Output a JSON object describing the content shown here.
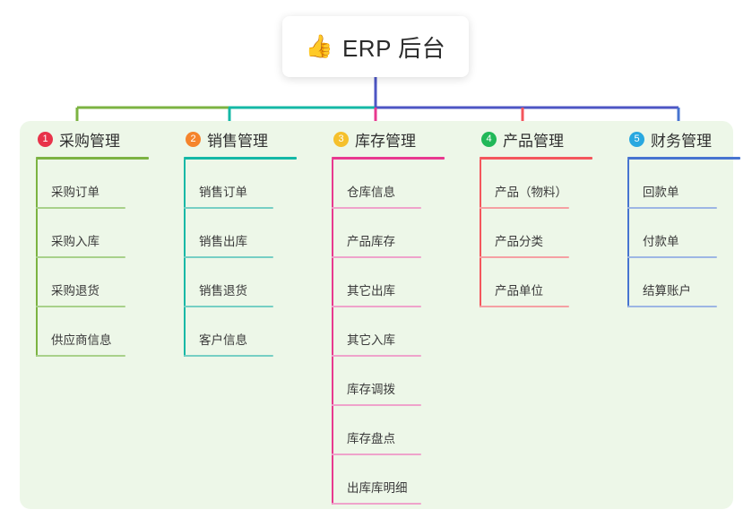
{
  "title": {
    "icon": "thumbs-up-icon",
    "emoji": "👍",
    "text": "ERP 后台"
  },
  "theme": {
    "page_background": "#ffffff",
    "panel_background": "#edf7e8",
    "card_background": "#ffffff",
    "text": "#333333",
    "trunk_line": "#4d56c4"
  },
  "columns": [
    {
      "number": "1",
      "title": "采购管理",
      "badge_color": "#e8334a",
      "line_color": "#7cb342",
      "item_line_color": "#a8d18a",
      "items": [
        {
          "label": "采购订单"
        },
        {
          "label": "采购入库"
        },
        {
          "label": "采购退货"
        },
        {
          "label": "供应商信息"
        }
      ]
    },
    {
      "number": "2",
      "title": "销售管理",
      "badge_color": "#f5842c",
      "line_color": "#14b8a6",
      "item_line_color": "#76cfc4",
      "items": [
        {
          "label": "销售订单"
        },
        {
          "label": "销售出库"
        },
        {
          "label": "销售退货"
        },
        {
          "label": "客户信息"
        }
      ]
    },
    {
      "number": "3",
      "title": "库存管理",
      "badge_color": "#f5c02c",
      "line_color": "#e8398f",
      "item_line_color": "#efa3cb",
      "items": [
        {
          "label": "仓库信息"
        },
        {
          "label": "产品库存"
        },
        {
          "label": "其它出库"
        },
        {
          "label": "其它入库"
        },
        {
          "label": "库存调拨"
        },
        {
          "label": "库存盘点"
        },
        {
          "label": "出库库明细"
        }
      ]
    },
    {
      "number": "4",
      "title": "产品管理",
      "badge_color": "#21b858",
      "line_color": "#f4565c",
      "item_line_color": "#f5a0a3",
      "items": [
        {
          "label": "产品（物料）"
        },
        {
          "label": "产品分类"
        },
        {
          "label": "产品单位"
        }
      ]
    },
    {
      "number": "5",
      "title": "财务管理",
      "badge_color": "#29a8e0",
      "line_color": "#4774d0",
      "item_line_color": "#9db6e4",
      "items": [
        {
          "label": "回款单"
        },
        {
          "label": "付款单"
        },
        {
          "label": "结算账户"
        }
      ]
    }
  ],
  "connector": {
    "segments": [
      {
        "name": "segment-green",
        "color": "#7cb342"
      },
      {
        "name": "segment-teal",
        "color": "#14b8a6"
      },
      {
        "name": "segment-blue",
        "color": "#4d56c4"
      }
    ]
  }
}
